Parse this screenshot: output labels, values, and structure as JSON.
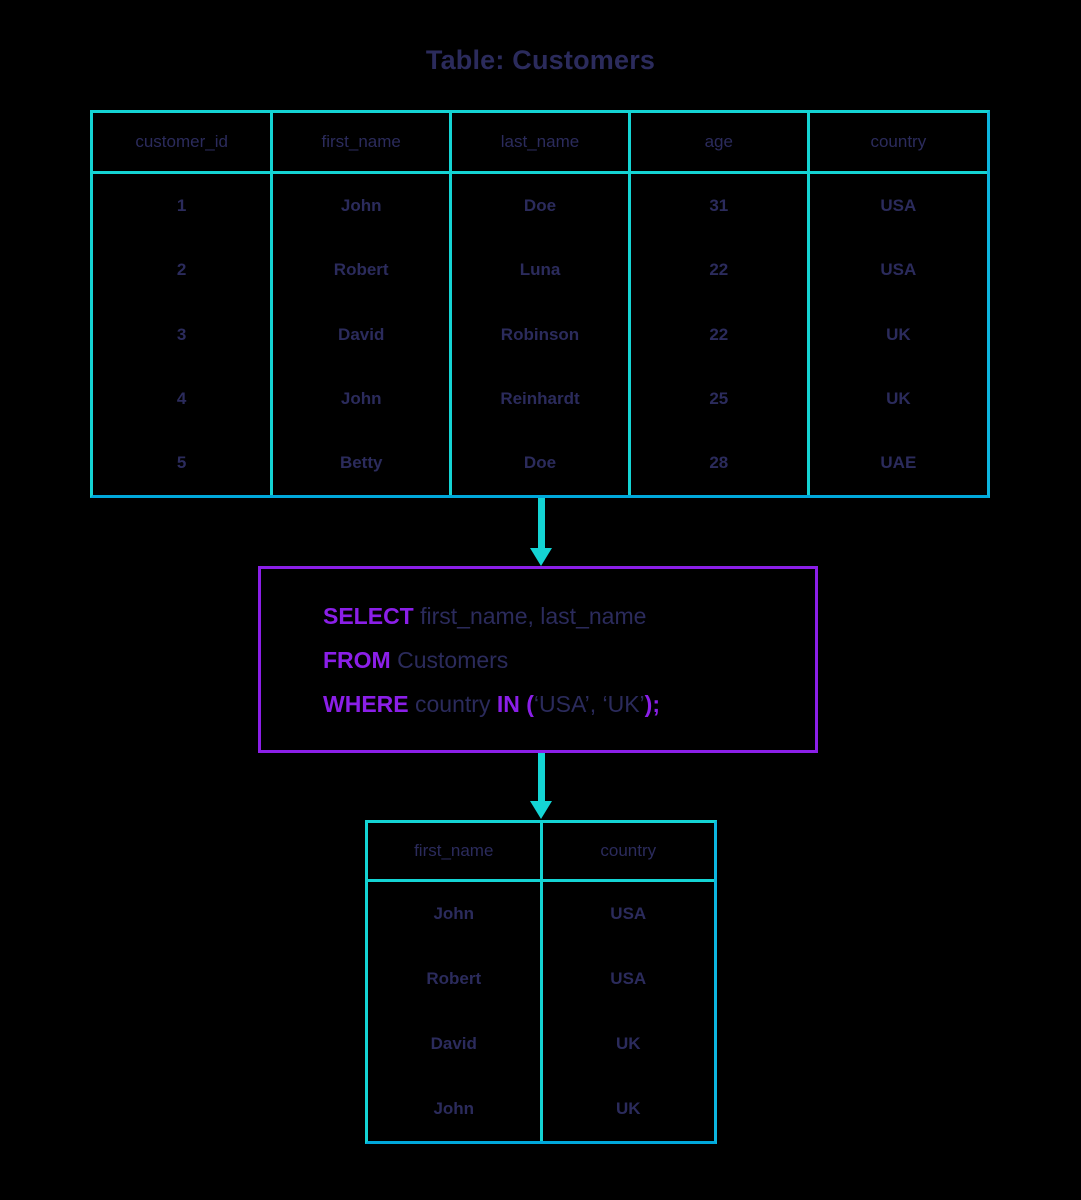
{
  "title": "Table: Customers",
  "colors": {
    "table_border": "#14d4d4",
    "table_border_fade": "#00a8dc",
    "text_navy": "#2b2b5c",
    "keyword_purple": "#8b1fe8",
    "background": "#000000"
  },
  "source_table": {
    "name": "Customers",
    "columns": [
      "customer_id",
      "first_name",
      "last_name",
      "age",
      "country"
    ],
    "rows": [
      [
        "1",
        "John",
        "Doe",
        "31",
        "USA"
      ],
      [
        "2",
        "Robert",
        "Luna",
        "22",
        "USA"
      ],
      [
        "3",
        "David",
        "Robinson",
        "22",
        "UK"
      ],
      [
        "4",
        "John",
        "Reinhardt",
        "25",
        "UK"
      ],
      [
        "5",
        "Betty",
        "Doe",
        "28",
        "UAE"
      ]
    ]
  },
  "query": {
    "lines": [
      [
        {
          "text": "SELECT",
          "type": "keyword"
        },
        {
          "text": " first_name, last_name",
          "type": "plain"
        }
      ],
      [
        {
          "text": "FROM",
          "type": "keyword"
        },
        {
          "text": " Customers",
          "type": "plain"
        }
      ],
      [
        {
          "text": "WHERE",
          "type": "keyword"
        },
        {
          "text": " country ",
          "type": "plain"
        },
        {
          "text": "IN",
          "type": "keyword"
        },
        {
          "text": " (",
          "type": "punct"
        },
        {
          "text": "‘USA’, ‘UK’",
          "type": "plain"
        },
        {
          "text": ");",
          "type": "punct"
        }
      ]
    ],
    "plain_text": "SELECT first_name, last_name FROM Customers WHERE country IN (‘USA’, ‘UK’);"
  },
  "result_table": {
    "columns": [
      "first_name",
      "country"
    ],
    "rows": [
      [
        "John",
        "USA"
      ],
      [
        "Robert",
        "USA"
      ],
      [
        "David",
        "UK"
      ],
      [
        "John",
        "UK"
      ]
    ]
  },
  "arrows": [
    {
      "name": "arrow-table-to-query",
      "direction": "down"
    },
    {
      "name": "arrow-query-to-result",
      "direction": "down"
    }
  ]
}
